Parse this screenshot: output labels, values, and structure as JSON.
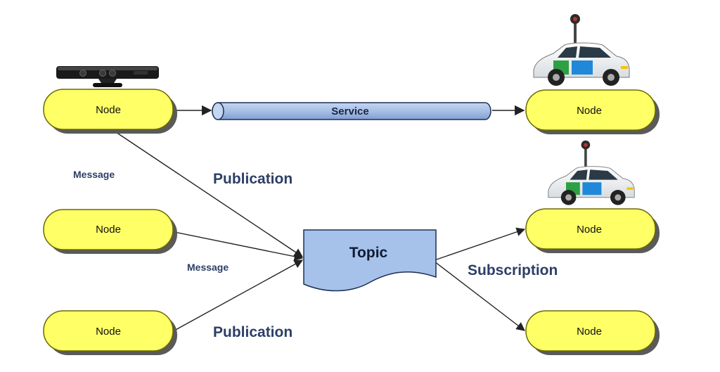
{
  "nodes": {
    "left_top": "Node",
    "left_middle": "Node",
    "left_bottom": "Node",
    "right_top": "Node",
    "right_middle": "Node",
    "right_bottom": "Node"
  },
  "service": {
    "label": "Service"
  },
  "topic": {
    "label": "Topic"
  },
  "labels": {
    "message_top": "Message",
    "message_middle": "Message",
    "publication_top": "Publication",
    "publication_bottom": "Publication",
    "subscription": "Subscription"
  },
  "colors": {
    "node_fill": "#ffff66",
    "node_stroke": "#6b6b00",
    "shadow": "#5a5a5a",
    "service_fill": "#a6bfe6",
    "topic_fill": "#a6c2ea",
    "label_text": "#2c3f66",
    "arrow": "#222222"
  },
  "icons": {
    "sensor": "kinect-sensor-icon",
    "car": "street-view-car-icon"
  }
}
